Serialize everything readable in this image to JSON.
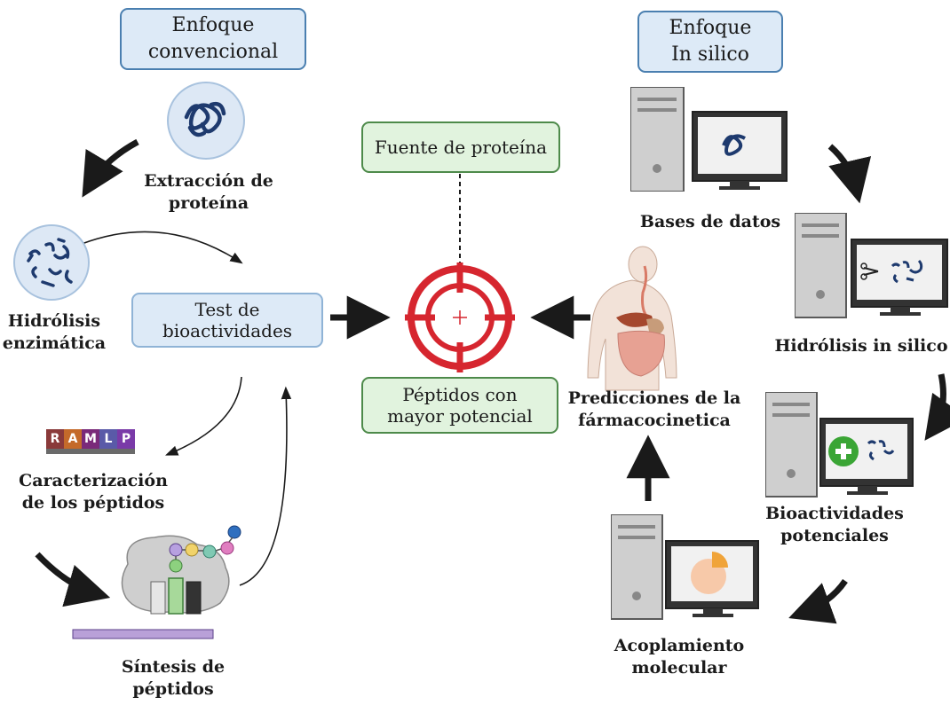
{
  "headers": {
    "conventional": "Enfoque\nconvencional",
    "insilico": "Enfoque\nIn silico"
  },
  "center": {
    "protein_source": "Fuente de proteína",
    "best_peptides": "Péptidos con\nmayor potencial"
  },
  "conventional_steps": {
    "extraction": "Extracción de\nproteína",
    "hydrolysis": "Hidrólisis\nenzimática",
    "bioactivity_test": "Test de\nbioactividades",
    "characterization": "Caracterización\nde los péptidos",
    "synthesis": "Síntesis de\npéptidos"
  },
  "insilico_steps": {
    "databases": "Bases de datos",
    "insilico_hydrolysis": "Hidrólisis in silico",
    "potential_bioactivities": "Bioactividades\npotenciales",
    "docking": "Acoplamiento\nmolecular",
    "pharmacokinetics": "Predicciones de la\nfármacocinetica"
  },
  "ramlp_letters": [
    "R",
    "A",
    "M",
    "L",
    "P"
  ],
  "colors": {
    "box_blue_fill": "#ddeaf7",
    "box_green_fill": "#e1f3de",
    "target_red": "#d6262f",
    "plus_green": "#3aa535",
    "arrow_black": "#1a1a1a"
  }
}
